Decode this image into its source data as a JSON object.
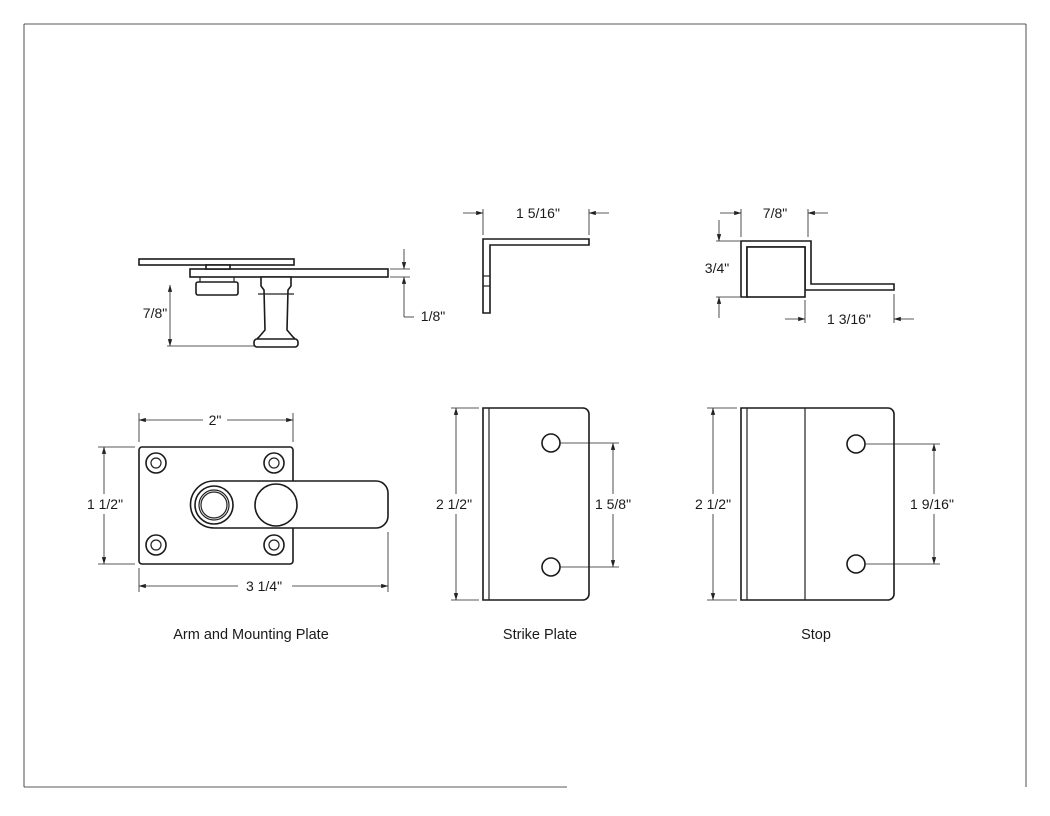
{
  "drawing": {
    "views": {
      "arm_side": {
        "height_dim": "7/8\"",
        "thickness_dim": "1/8\""
      },
      "strike_side": {
        "width_dim": "1 5/16\""
      },
      "stop_side": {
        "top_dim": "7/8\"",
        "height_dim": "3/4\"",
        "flange_dim": "1 3/16\""
      },
      "arm_front": {
        "width_top": "2\"",
        "height": "1 1/2\"",
        "width_bottom": "3 1/4\"",
        "caption": "Arm and Mounting Plate"
      },
      "strike_front": {
        "height": "2 1/2\"",
        "hole_spacing": "1 5/8\"",
        "caption": "Strike Plate"
      },
      "stop_front": {
        "height": "2 1/2\"",
        "hole_spacing": "1 9/16\"",
        "caption": "Stop"
      }
    }
  }
}
